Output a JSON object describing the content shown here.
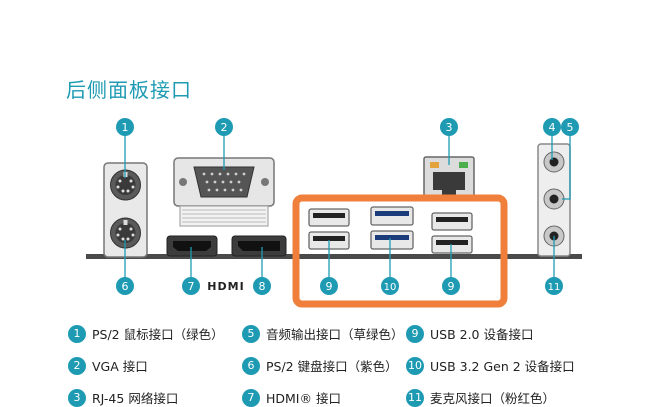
{
  "title": "后侧面板接口",
  "colors": {
    "accent": "#1e9bb3",
    "highlight": "#f07f3c",
    "panel": "#4a4a4a"
  },
  "callouts": {
    "c1": "1",
    "c2": "2",
    "c3": "3",
    "c4": "4",
    "c5": "5",
    "c6": "6",
    "c7": "7",
    "c8": "8",
    "c9a": "9",
    "c10": "10",
    "c9b": "9",
    "c11": "11"
  },
  "hdmi_logo": "HDMI",
  "legend": [
    {
      "num": "1",
      "text": "PS/2 鼠标接口（绿色）"
    },
    {
      "num": "5",
      "text": "音频输出接口（草绿色）"
    },
    {
      "num": "9",
      "text": "USB 2.0 设备接口"
    },
    {
      "num": "2",
      "text": "VGA 接口"
    },
    {
      "num": "6",
      "text": "PS/2 键盘接口（紫色）"
    },
    {
      "num": "10",
      "text": "USB 3.2 Gen 2 设备接口"
    },
    {
      "num": "3",
      "text": "RJ-45 网络接口"
    },
    {
      "num": "7",
      "text": "HDMI® 接口"
    },
    {
      "num": "11",
      "text": "麦克风接口（粉红色）"
    }
  ]
}
